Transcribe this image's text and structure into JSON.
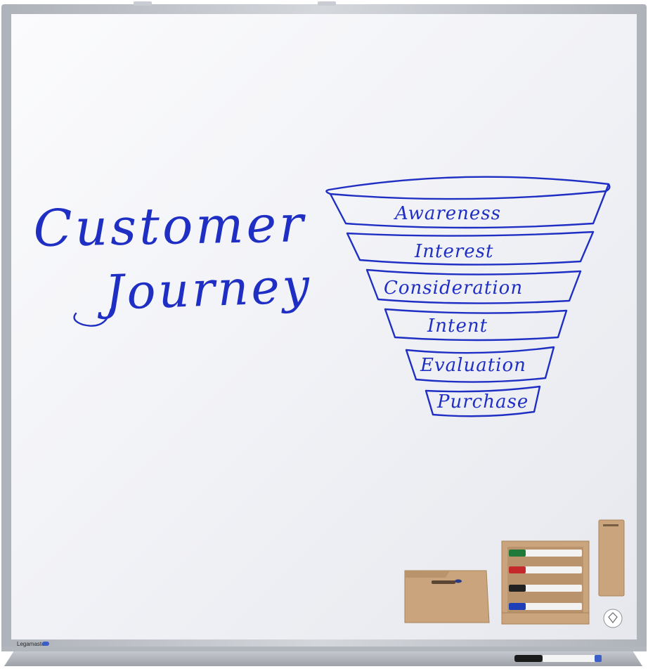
{
  "board": {
    "heading_line1": "Customer",
    "heading_line2": "Journey",
    "brand": "Legamaster"
  },
  "funnel": {
    "stages": [
      "Awareness",
      "Interest",
      "Consideration",
      "Intent",
      "Evaluation",
      "Purchase"
    ]
  },
  "colors": {
    "ink": "#1f2fc4",
    "frame": "#b9bcc2",
    "board": "#f2f3f6",
    "cardboard": "#c9a47c"
  },
  "accessories": {
    "marker_colors": [
      "#1f7a3a",
      "#c42a2a",
      "#222222",
      "#1f3fb8"
    ]
  }
}
